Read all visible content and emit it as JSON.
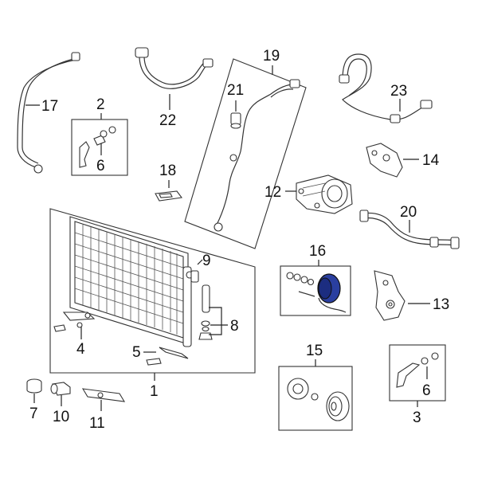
{
  "labels": {
    "p1": "1",
    "p2": "2",
    "p3": "3",
    "p4": "4",
    "p5": "5",
    "p6a": "6",
    "p6b": "6",
    "p7": "7",
    "p8": "8",
    "p9": "9",
    "p10": "10",
    "p11": "11",
    "p12": "12",
    "p13": "13",
    "p14": "14",
    "p15": "15",
    "p16": "16",
    "p17": "17",
    "p18": "18",
    "p19": "19",
    "p20": "20",
    "p21": "21",
    "p22": "22",
    "p23": "23"
  },
  "colors": {
    "highlight": "#2a3fa0",
    "line": "#222222"
  }
}
